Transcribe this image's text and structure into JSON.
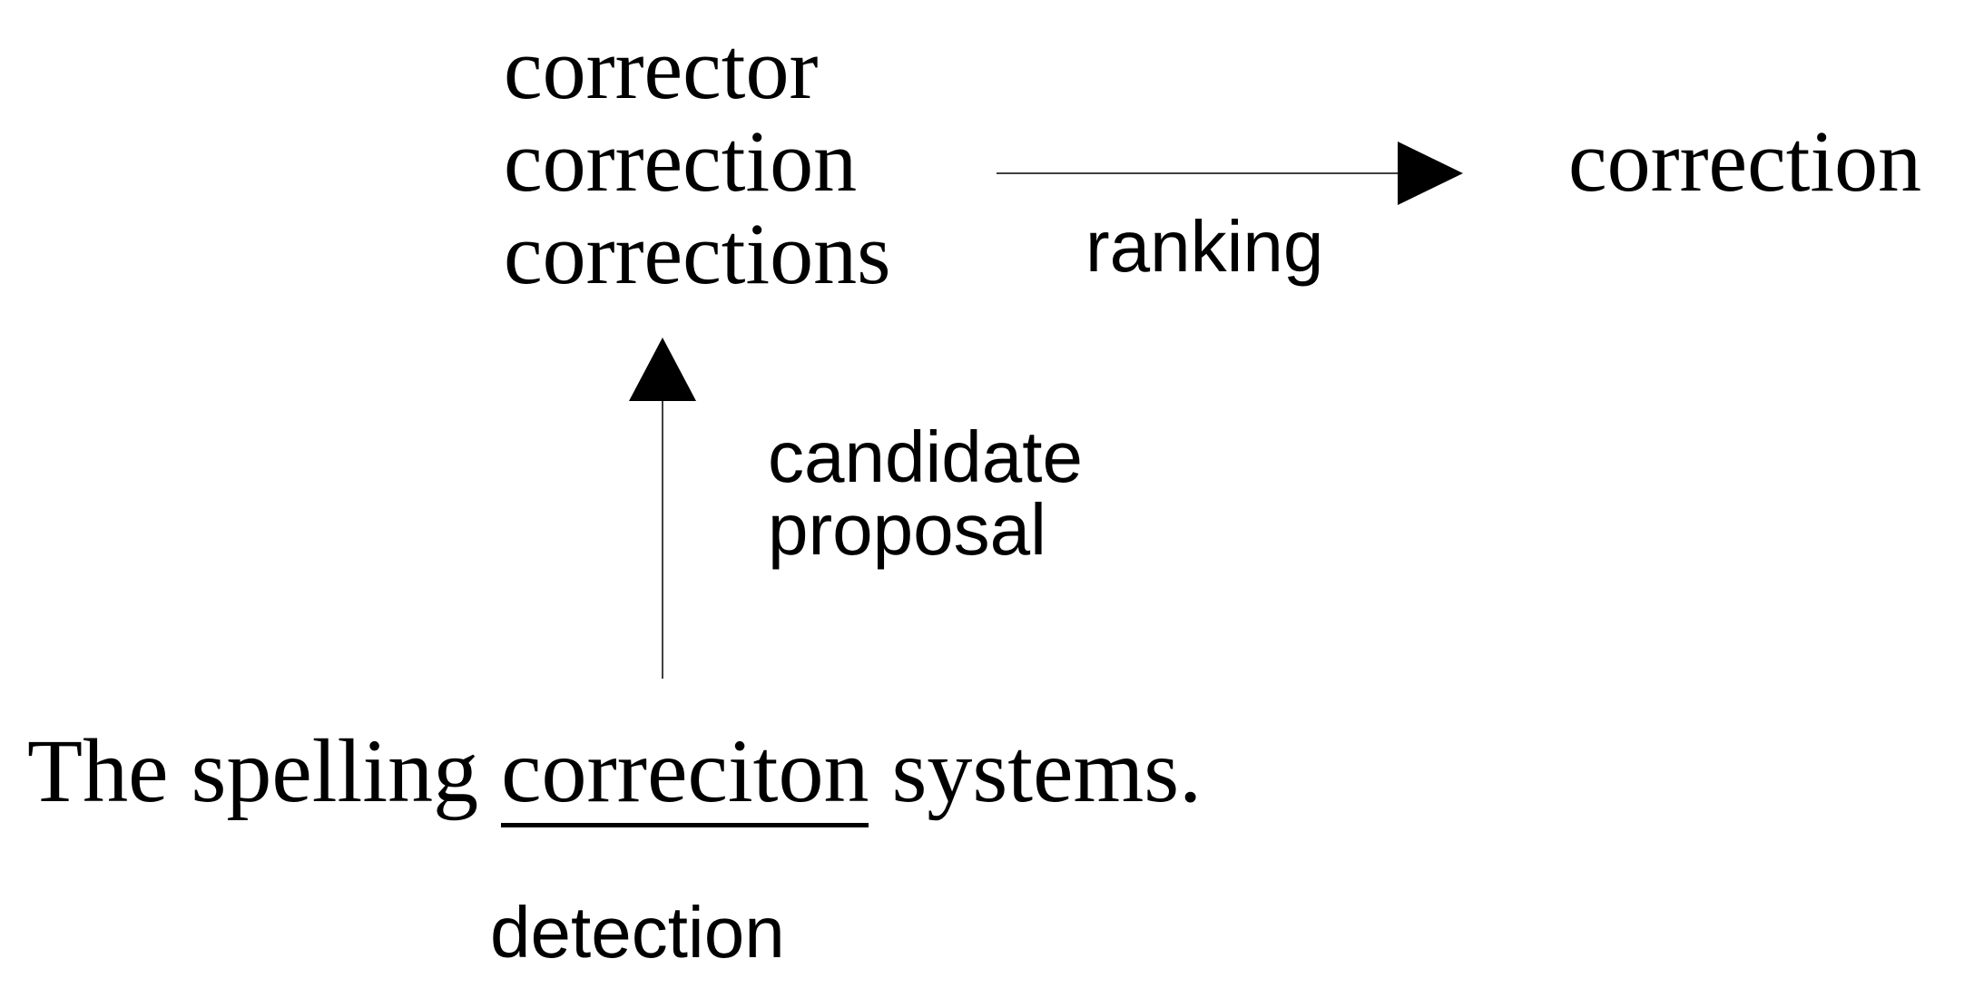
{
  "diagram": {
    "candidates": [
      "corrector",
      "correction",
      "corrections"
    ],
    "result": "correction",
    "edges": {
      "ranking": "ranking",
      "proposal": [
        "candidate",
        "proposal"
      ],
      "detection": "detection"
    },
    "sentence": {
      "before": "The spelling",
      "error_word": "correciton",
      "after": "systems."
    }
  }
}
